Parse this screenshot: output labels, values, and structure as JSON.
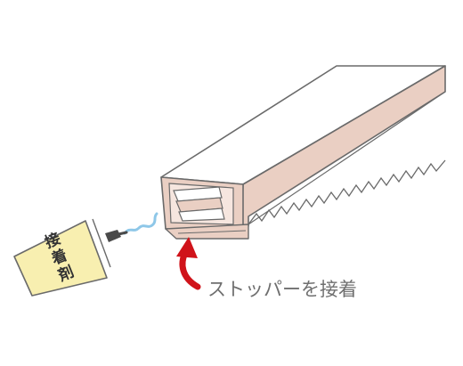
{
  "instruction": "ストッパーを接着",
  "glue_tube": {
    "label_chars": [
      "接",
      "着",
      "剤"
    ]
  },
  "colors": {
    "cardboard": "#eacfc3",
    "cardboard_dark": "#d8b6a8",
    "outline": "#6a6a6a",
    "arrow_red": "#d0131a",
    "tube_label": "#f8efb0",
    "glue_wave": "#8ec7e8",
    "nozzle": "#4a4a4a"
  },
  "icons": {
    "arrow": "curved-up-arrow-icon",
    "tube": "glue-tube-icon"
  }
}
